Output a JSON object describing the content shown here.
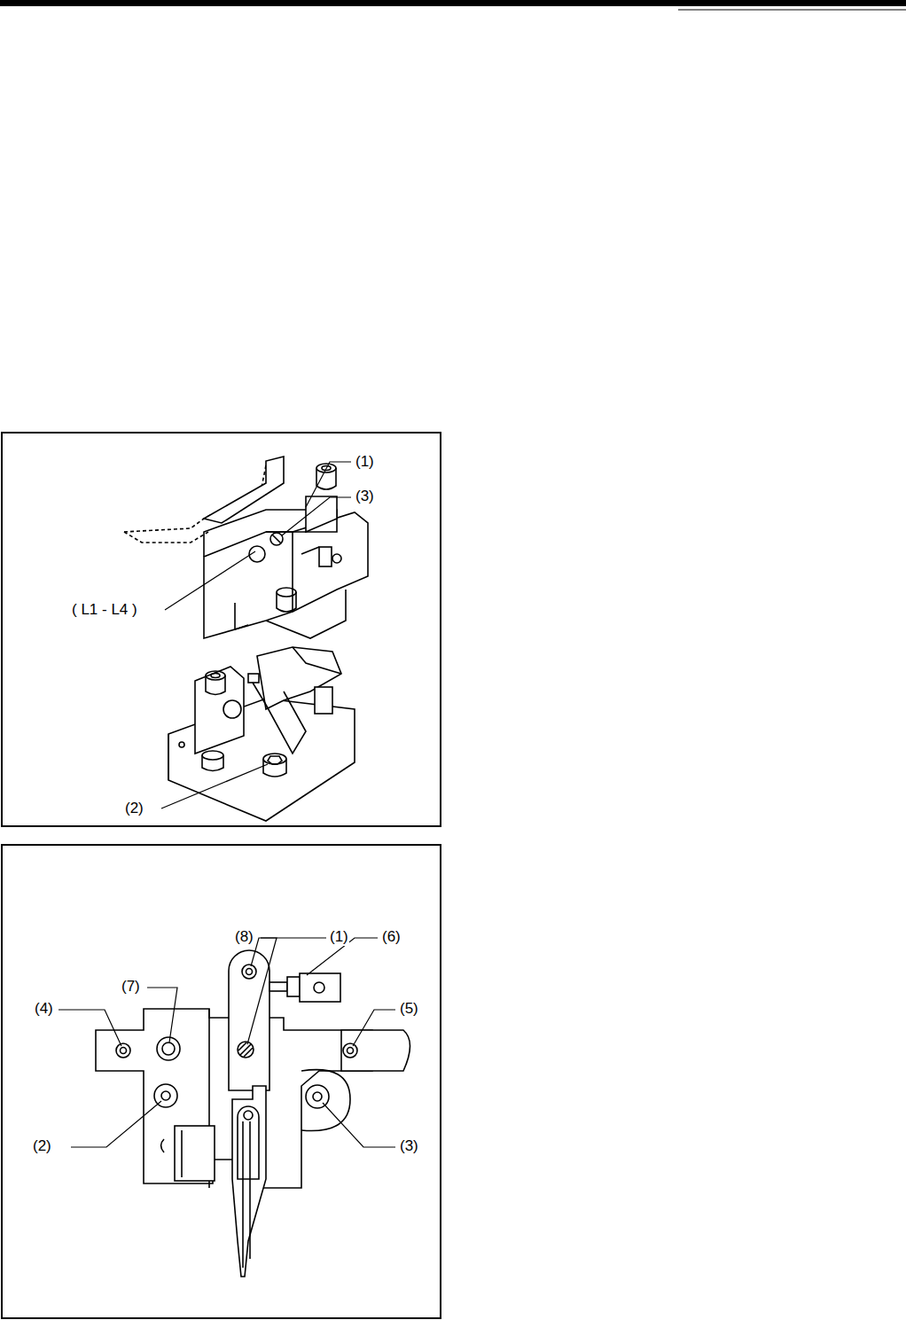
{
  "diagram": {
    "labels": [
      "(1)",
      "(3)",
      "( L1 - L4 )",
      "(2)",
      "(8)",
      "(1)",
      "(6)",
      "(7)",
      "(4)",
      "(5)",
      "(2)",
      "(3)"
    ]
  }
}
